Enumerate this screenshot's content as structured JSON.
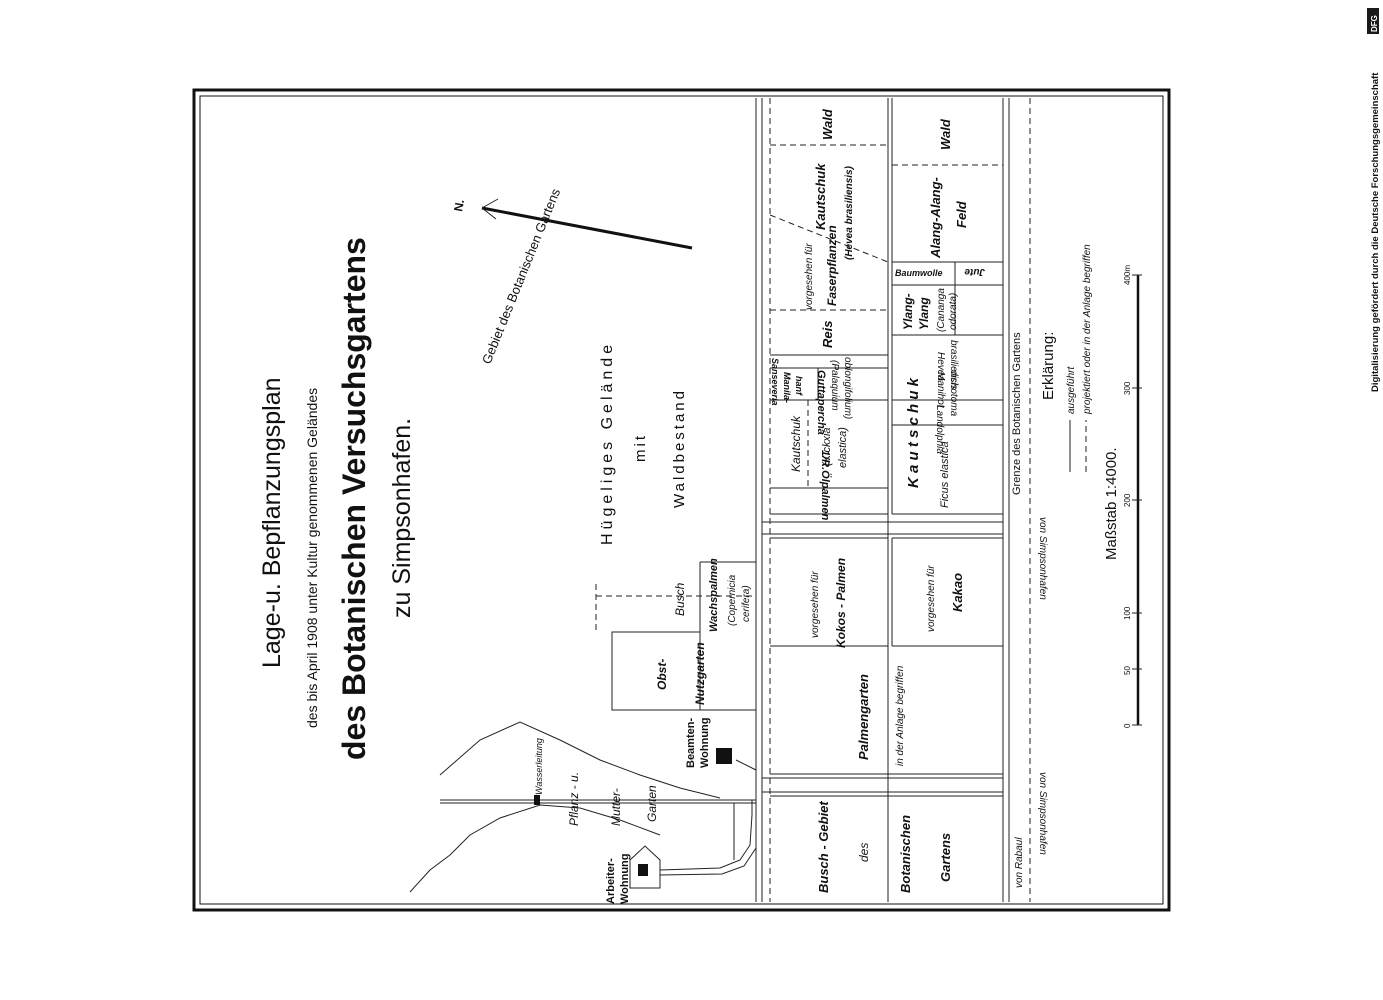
{
  "credit": "Digitalisierung gefördert durch die Deutsche Forschungsgemeinschaft",
  "dfg_logo": "DFG",
  "title": {
    "line1": "Lage-u. Bepflanzungsplan",
    "line2": "des bis April 1908 unter Kultur genommenen Geländes",
    "line3": "des Botanischen Versuchsgartens",
    "line4": "zu Simpsonhafen."
  },
  "north": "N.",
  "garden_area": "Gebiet des Botanischen Gartens",
  "hilly": {
    "l1": "Hügeliges Gelände",
    "l2": "mit",
    "l3": "Waldbestand"
  },
  "busch": "Busch",
  "plots": {
    "wald1": "Wald",
    "wald2": "Wald",
    "kautschuk_hevea": {
      "l1": "Kautschuk",
      "l2": "(Hevea brasiliensis)"
    },
    "faser": {
      "l1": "vorgesehen für",
      "l2": "Faserpflanzen"
    },
    "reis": "Reis",
    "alang": {
      "l1": "Alang-Alang-",
      "l2": "Feld"
    },
    "baumwolle": "Baumwolle",
    "jute": "Jute",
    "ylang": {
      "l1": "Ylang-",
      "l2": "Ylang",
      "l3": "(Cananga",
      "l4": "odorata)"
    },
    "sanseveria": "Sanseveria",
    "guttapercha": "Guttapercha",
    "palaquium": {
      "l1": "(Palaquium",
      "l2": "oblongifolium)"
    },
    "manila": {
      "l1": "Manila-",
      "l2": "hanf"
    },
    "kautschuk_kickxia": {
      "l1": "Kautschuk",
      "l2": "(Kickxia",
      "l3": "elastica)"
    },
    "olpalmen": "1/R.Ölpalmen",
    "kautschuk_big": "K a u t s c h u k",
    "hevea": {
      "l1": "Hevea",
      "l2": "brasiliensis"
    },
    "manihot": {
      "l1": "Manihot",
      "l2": "dichotoma"
    },
    "landolphia": "Landolphia",
    "ficus": "Ficus elastica",
    "kokos": {
      "l1": "vorgesehen für",
      "l2": "Kokos - Palmen"
    },
    "kakao": {
      "l1": "vorgesehen für",
      "l2": "Kakao"
    },
    "wachspalmen": {
      "l1": "Wachspalmen",
      "l2": "(Copernicia",
      "l3": "cerifera)"
    },
    "obst": {
      "l1": "Obst-",
      "l2": "Nutzgarten"
    },
    "palmengarten": {
      "l1": "Palmengarten",
      "l2": "in der Anlage begriffen"
    },
    "beamten": {
      "l1": "Beamten-",
      "l2": "Wohnung"
    },
    "wasserleitung": "Wasserleitung",
    "pflanz": {
      "l1": "Pflanz - u.",
      "l2": "Mutter-",
      "l3": "Garten"
    },
    "arbeiter": {
      "l1": "Arbeiter-",
      "l2": "Wohnung"
    },
    "busch_gebiet": {
      "l1": "Busch - Gebiet",
      "l2": "des",
      "l3": "Botanischen",
      "l4": "Gartens"
    }
  },
  "roads": {
    "simpson1": "von Simpsonhafen",
    "simpson2": "von Simpsonhafen",
    "rabaul": "von Rabaul"
  },
  "boundary": "Grenze des Botanischen Gartens",
  "legend": {
    "title": "Erklärung:",
    "done": "ausgeführt",
    "planned": "projektiert oder in der Anlage begriffen"
  },
  "scale": {
    "label": "Maßstab 1:4000.",
    "ticks": [
      "0",
      "50",
      "100",
      "200",
      "300",
      "400m"
    ]
  }
}
